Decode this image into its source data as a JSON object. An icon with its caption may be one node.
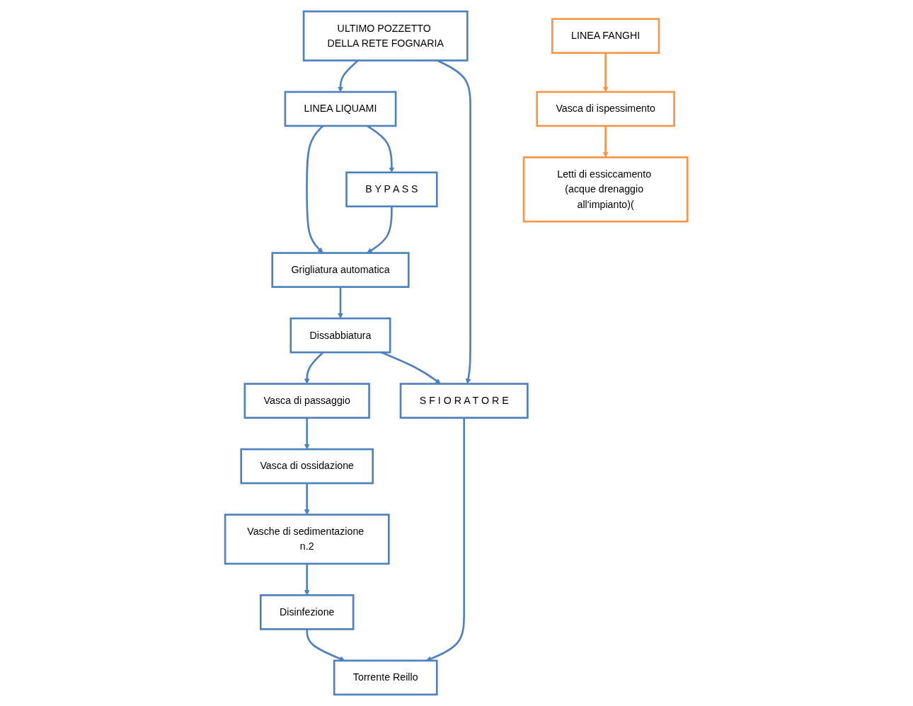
{
  "diagram": {
    "nodes": [
      {
        "text": [
          "ULTIMO POZZETTO DELLA RETE FOGNARIA"
        ]
      },
      {
        "text": [
          "LINEA LIQUAMI"
        ]
      },
      {
        "text": [
          "Grigliatura automatica"
        ]
      },
      {
        "text": [
          "Dissabbiatura"
        ]
      },
      {
        "text": [
          "Vasca di passaggio"
        ]
      },
      {
        "text": [
          "Vasca di ossidazione"
        ]
      },
      {
        "text": [
          "Vasche di sedimentazione n.2"
        ]
      },
      {
        "text": [
          "Disinfezione"
        ]
      },
      {
        "text": [
          "Torrente Reillo"
        ]
      },
      {
        "text": [
          "B Y P A S S"
        ]
      },
      {
        "text": [
          "S F I O R A T O R E"
        ]
      },
      {
        "text": [
          "LINEA FANGHI"
        ]
      },
      {
        "text": [
          "Vasca di ispessimento"
        ]
      },
      {
        "text": [
          "Letti di essiccamento (acque drenaggio all'impianto)("
        ]
      }
    ],
    "edges": [
      {
        "from": 0,
        "to": 1,
        "arrow": "to"
      },
      {
        "from": 1,
        "to": 2,
        "arrow": "to"
      },
      {
        "from": 2,
        "to": 3,
        "arrow": "to"
      },
      {
        "from": 3,
        "to": 4,
        "arrow": "to"
      },
      {
        "from": 4,
        "to": 5,
        "arrow": "to"
      },
      {
        "from": 5,
        "to": 6,
        "arrow": "to"
      },
      {
        "from": 6,
        "to": 7,
        "arrow": "to"
      },
      {
        "from": 7,
        "to": 8,
        "arrow": "to"
      },
      {
        "from": 1,
        "to": 9,
        "arrow": "to"
      },
      {
        "from": 9,
        "to": 2,
        "arrow": "to"
      },
      {
        "from": 0,
        "to": 10,
        "arrow": "to"
      },
      {
        "from": 3,
        "to": 10,
        "arrow": "to"
      },
      {
        "from": 10,
        "to": 8,
        "arrow": "to"
      },
      {
        "from": 11,
        "to": 12,
        "arrow": "to",
        "color": "#f79646"
      },
      {
        "from": 12,
        "to": 13,
        "arrow": "to",
        "color": "#f79646"
      }
    ]
  }
}
